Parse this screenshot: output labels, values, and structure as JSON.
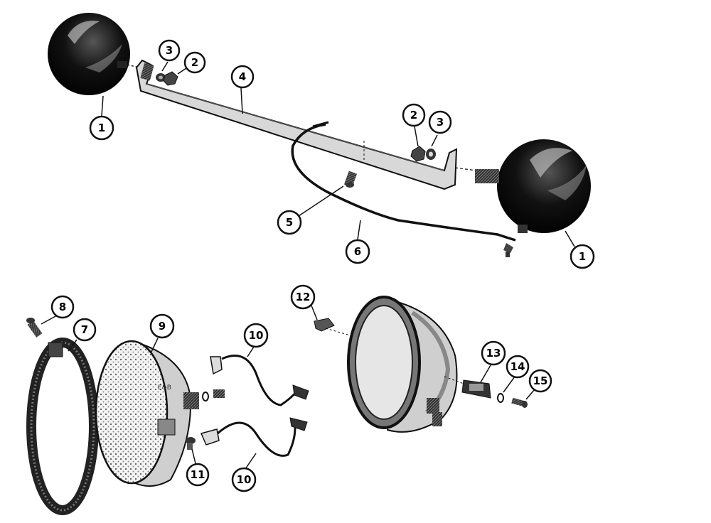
{
  "diagram": {
    "type": "exploded-parts-view",
    "ink_color": "#111111",
    "background": "#ffffff",
    "callouts": {
      "c1a": "1",
      "c1b": "1",
      "c2a": "2",
      "c2b": "2",
      "c3a": "3",
      "c3b": "3",
      "c4": "4",
      "c5": "5",
      "c6": "6",
      "c7": "7",
      "c8": "8",
      "c9": "9",
      "c10a": "10",
      "c10b": "10",
      "c11": "11",
      "c12": "12",
      "c13": "13",
      "c14": "14",
      "c15": "15"
    }
  }
}
